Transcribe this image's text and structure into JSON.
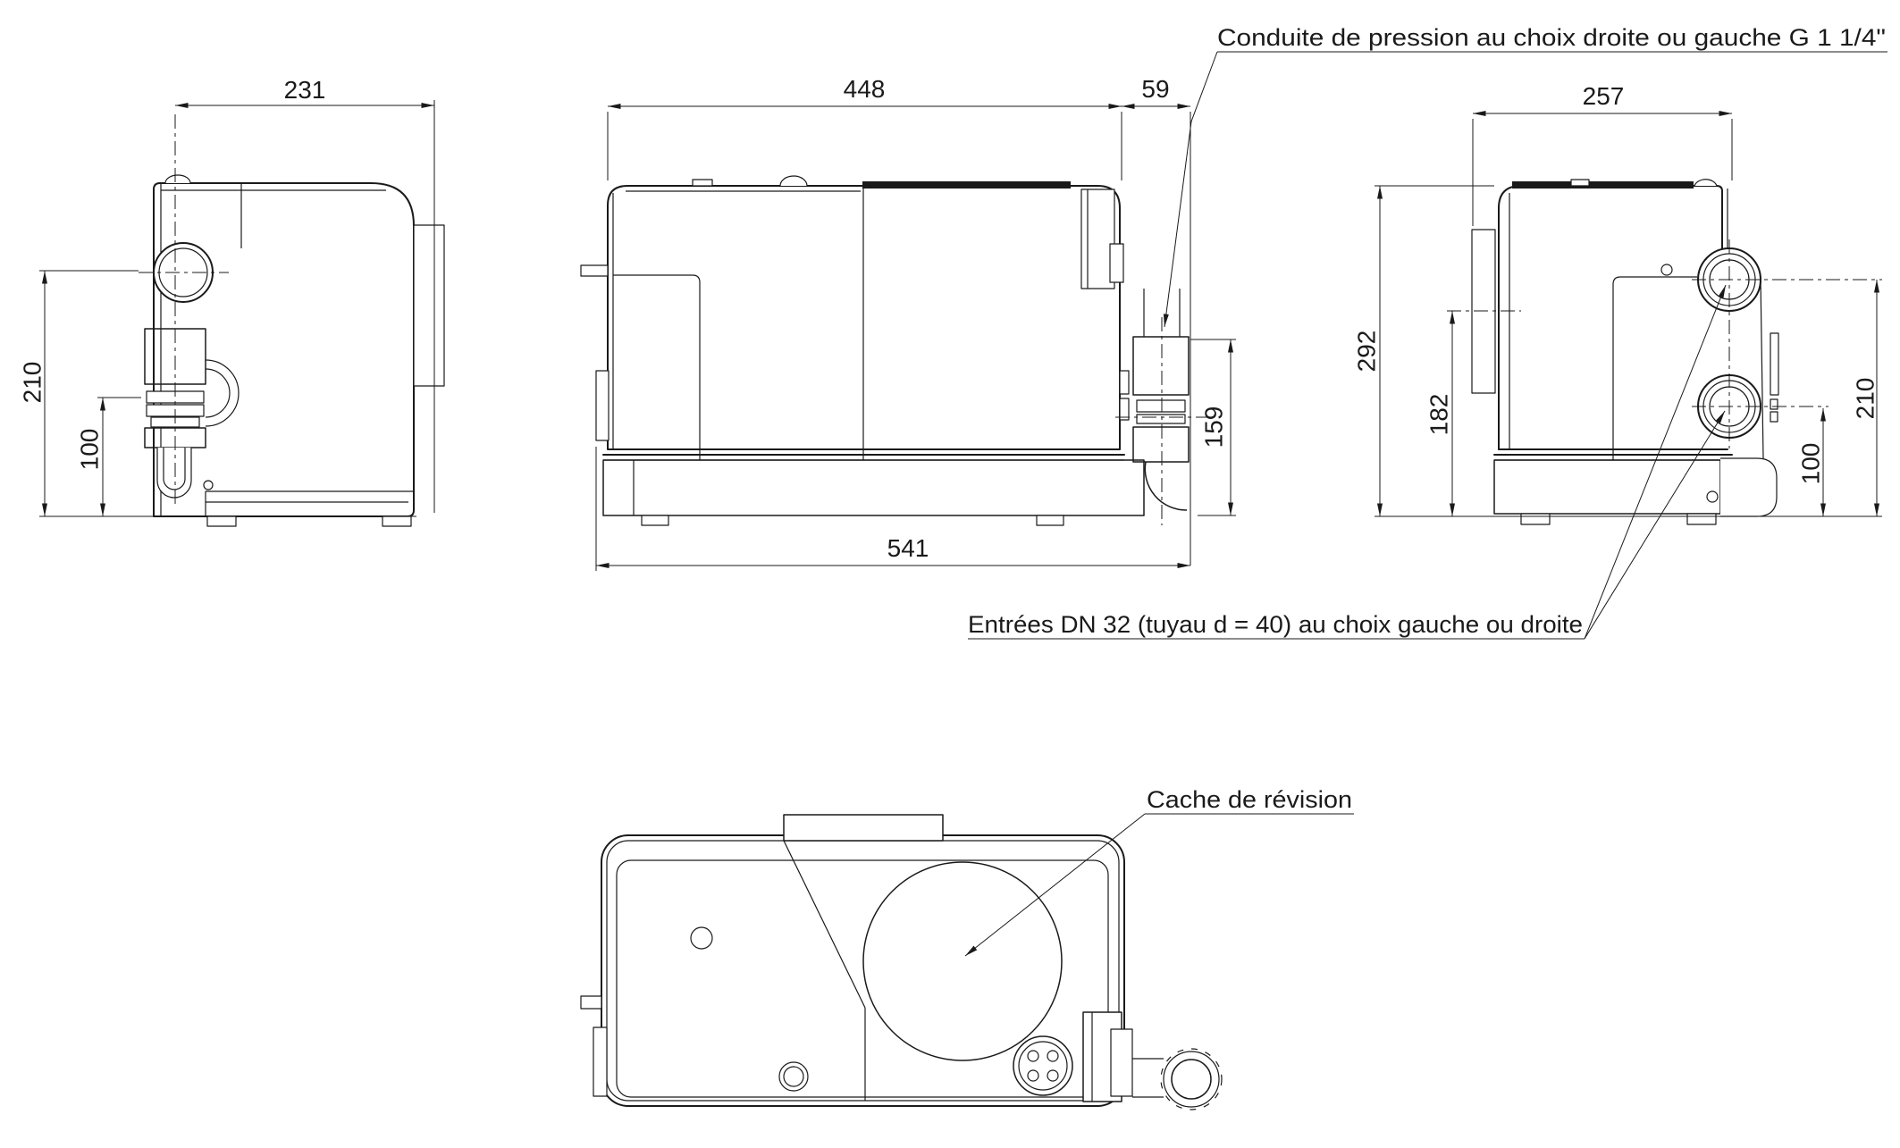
{
  "annotations": {
    "pressure_line": "Conduite de pression au choix droite ou gauche G 1 1/4\"",
    "inlets": "Entrées DN 32 (tuyau d = 40) au choix gauche ou droite",
    "inspection_cover": "Cache de révision"
  },
  "dimensions_mm": {
    "left_view": {
      "width": "231",
      "inlet_center_height": "210",
      "lower_connection_height": "100"
    },
    "front_view": {
      "body_length": "448",
      "outlet_offset": "59",
      "total_length": "541",
      "outlet_connection_height": "159"
    },
    "right_view": {
      "depth": "257",
      "total_height": "292",
      "side_plate_height": "182",
      "upper_inlet_height": "210",
      "lower_inlet_height": "100"
    }
  },
  "style": {
    "line_color": "#1a1a1a",
    "background": "#ffffff"
  }
}
